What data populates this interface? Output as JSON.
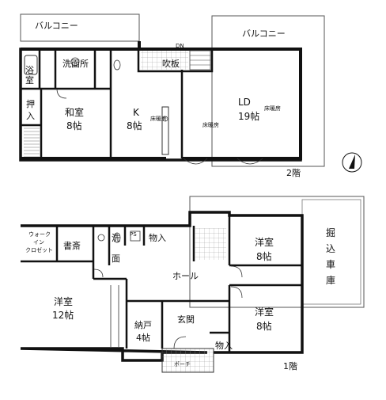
{
  "floor2": {
    "floor_label": "2階",
    "balcony_left": "バルコニー",
    "balcony_right": "バルコニー",
    "bath": "浴室",
    "washroom": "洗面所",
    "atrium": "吹板",
    "atrium_dn": "DN",
    "closet": "押入",
    "washitsu": {
      "name": "和室",
      "size": "8帖"
    },
    "kitchen": {
      "name": "K",
      "size": "8帖"
    },
    "ld": {
      "name": "LD",
      "size": "19帖"
    },
    "floor_heating_1": "床暖房",
    "floor_heating_2": "床暖房",
    "floor_heating_3": "床暖房"
  },
  "floor1": {
    "floor_label": "1階",
    "walk_in_closet": [
      "ウォーク",
      "イン",
      "クロゼット"
    ],
    "study": "書斎",
    "washroom": "洗面",
    "ps": "PS",
    "storage_1": "物入",
    "storage_2": "物入",
    "hall": "ホール",
    "youshitsu_12": {
      "name": "洋室",
      "size": "12帖"
    },
    "nando": {
      "name": "納戸",
      "size": "4帖"
    },
    "genkan": "玄関",
    "porch": "ポーチ",
    "youshitsu_8a": {
      "name": "洋室",
      "size": "8帖"
    },
    "youshitsu_8b": {
      "name": "洋室",
      "size": "8帖"
    },
    "garage": [
      "掘",
      "込",
      "車",
      "庫"
    ]
  },
  "compass": {
    "icon": "north-arrow-icon"
  }
}
